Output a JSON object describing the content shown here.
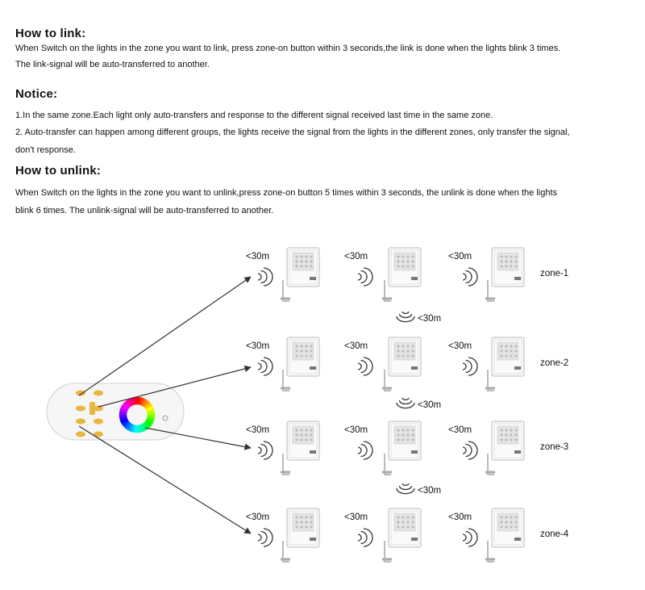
{
  "link": {
    "heading": "How to link:",
    "line1": "When Switch on the lights in the zone you want to link, press zone-on button within 3 seconds,the link is done when the lights blink 3 times.",
    "line2": "The link-signal will be auto-transferred to another."
  },
  "notice": {
    "heading": "Notice:",
    "line1": "1.In the same zone.Each light only auto-transfers and response to the different signal received last time in the same zone.",
    "line2": "2. Auto-transfer can happen among different groups, the lights receive the signal from the lights in the different zones, only transfer the signal,",
    "line3": "don't response."
  },
  "unlink": {
    "heading": "How to unlink:",
    "line1": "When Switch on the lights in the zone you want to unlink,press zone-on button 5 times within 3 seconds, the unlink is done when the lights",
    "line2": "blink 6 times. The unlink-signal will be auto-transferred to another."
  },
  "diagram": {
    "distance_label": "<30m",
    "zones": [
      "zone-1",
      "zone-2",
      "zone-3",
      "zone-4"
    ],
    "lights_per_zone": 3,
    "remote_wheel_colors": [
      "#ff0000",
      "#ffff00",
      "#00ff00",
      "#00ffff",
      "#0000ff",
      "#ff00ff"
    ]
  }
}
